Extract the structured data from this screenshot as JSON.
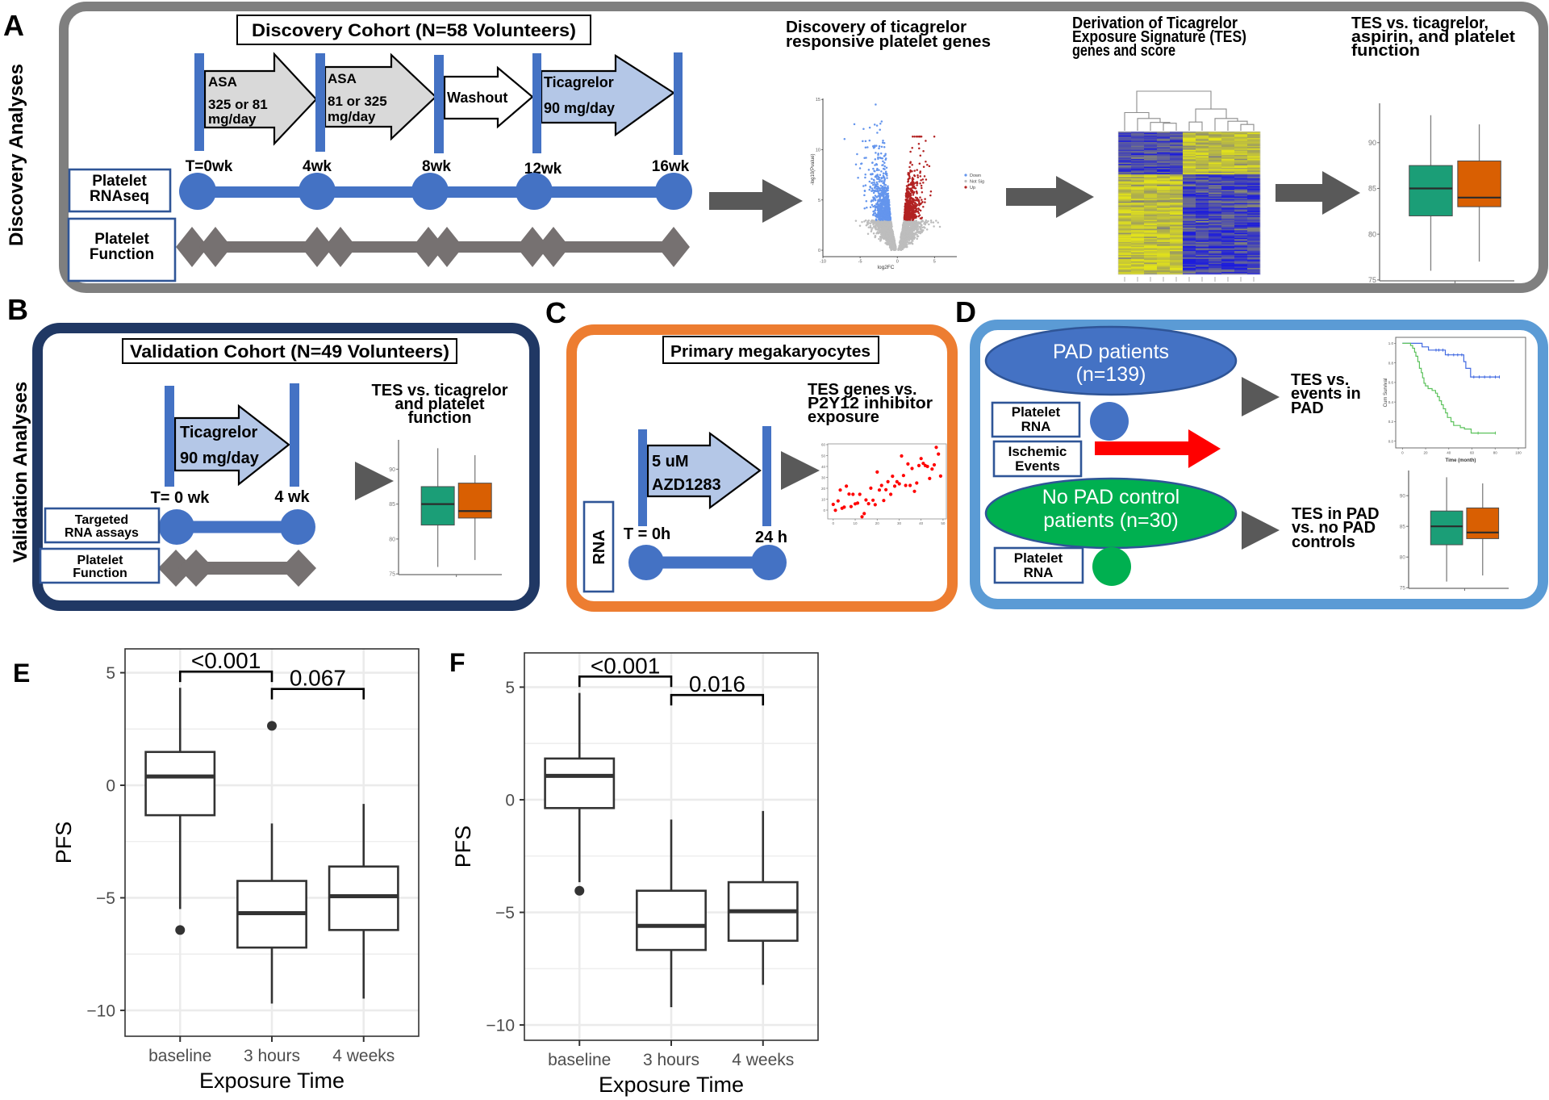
{
  "colors": {
    "panel_a_border": "#7f7f7f",
    "panel_b_border": "#203864",
    "panel_c_border": "#ed7d31",
    "panel_d_border": "#5b9bd5",
    "timeline_blue": "#4472c4",
    "function_gray": "#767171",
    "flow_arrow": "#595959",
    "label_box_border": "#2f5597",
    "aspirin_fill": "#d9d9d9",
    "washout_fill": "#ffffff",
    "p2y12_fill": "#b4c7e7",
    "pad_fill": "#4472c4",
    "control_fill": "#00b050",
    "ischemic_red": "#ff0000"
  },
  "panels": {
    "A": {
      "letter": "A",
      "side_label": "Discovery Analyses",
      "cohort_title": "Discovery Cohort (N=58 Volunteers)",
      "phases": [
        {
          "lines": [
            "ASA",
            "325 or 81",
            "mg/day"
          ]
        },
        {
          "lines": [
            "ASA",
            "81 or 325",
            "mg/day"
          ]
        },
        {
          "lines": [
            "Washout"
          ]
        },
        {
          "lines": [
            "Ticagrelor",
            "90 mg/day"
          ]
        }
      ],
      "timepoints": [
        "T=0wk",
        "4wk",
        "8wk",
        "12wk",
        "16wk"
      ],
      "rows": [
        {
          "lines": [
            "Platelet",
            "RNAseq"
          ]
        },
        {
          "lines": [
            "Platelet",
            "Function"
          ]
        }
      ],
      "steps": [
        {
          "lines": [
            "Discovery of ticagrelor",
            "responsive platelet genes"
          ]
        },
        {
          "lines": [
            "Derivation of Ticagrelor",
            "Exposure Signature (TES)",
            "genes and score"
          ]
        },
        {
          "lines": [
            "TES vs. ticagrelor,",
            "aspirin, and platelet",
            "function"
          ]
        }
      ]
    },
    "B": {
      "letter": "B",
      "side_label": "Validation Analyses",
      "cohort_title": "Validation Cohort (N=49 Volunteers)",
      "phase": {
        "lines": [
          "Ticagrelor",
          "90 mg/day"
        ]
      },
      "timepoints": [
        "T= 0 wk",
        "4 wk"
      ],
      "rows": [
        {
          "lines": [
            "Targeted",
            "RNA assays"
          ]
        },
        {
          "lines": [
            "Platelet",
            "Function"
          ]
        }
      ],
      "result": {
        "lines": [
          "TES vs. ticagrelor",
          "and platelet",
          "function"
        ]
      }
    },
    "C": {
      "letter": "C",
      "title": "Primary megakaryocytes",
      "phase": {
        "lines": [
          "5 uM",
          "AZD1283"
        ]
      },
      "timepoints": [
        "T = 0h",
        "24 h"
      ],
      "row_label": "RNA",
      "result": {
        "lines": [
          "TES genes vs.",
          "P2Y12 inhibitor",
          "exposure"
        ]
      }
    },
    "D": {
      "letter": "D",
      "groups": [
        {
          "lines": [
            "PAD patients",
            "(n=139)"
          ]
        },
        {
          "lines": [
            "No PAD control",
            "patients (n=30)"
          ]
        }
      ],
      "rows": [
        {
          "lines": [
            "Platelet",
            "RNA"
          ]
        },
        {
          "lines": [
            "Ischemic",
            "Events"
          ]
        },
        {
          "lines": [
            "Platelet",
            "RNA"
          ]
        }
      ],
      "results": [
        {
          "lines": [
            "TES vs.",
            "events in",
            "PAD"
          ]
        },
        {
          "lines": [
            "TES in PAD",
            "vs. no PAD",
            "controls"
          ]
        }
      ]
    },
    "E": {
      "letter": "E"
    },
    "F": {
      "letter": "F"
    }
  },
  "chart_data": [
    {
      "id": "E-pfs-boxplot",
      "type": "box",
      "title": "",
      "xlabel": "Exposure Time",
      "ylabel": "PFS",
      "categories": [
        "baseline",
        "3 hours",
        "4 weeks"
      ],
      "yticks": [
        5,
        0,
        -5,
        -10
      ],
      "ytick_labels": [
        "5",
        "0",
        "−5",
        "−10"
      ],
      "ylim": [
        -11.15,
        6.06
      ],
      "grid": true,
      "boxes": [
        {
          "min": -5.5,
          "q1": -1.33,
          "median": 0.39,
          "q3": 1.48,
          "max": 4.33,
          "outliers": [
            -6.43
          ]
        },
        {
          "min": -9.7,
          "q1": -7.21,
          "median": -5.68,
          "q3": -4.25,
          "max": -1.7,
          "outliers": [
            2.64
          ]
        },
        {
          "min": -9.48,
          "q1": -6.43,
          "median": -4.93,
          "q3": -3.61,
          "max": -0.83,
          "outliers": []
        }
      ],
      "comparisons": [
        {
          "from": "baseline",
          "to": "3 hours",
          "y": 5.05,
          "label": "<0.001"
        },
        {
          "from": "3 hours",
          "to": "4 weeks",
          "y": 4.28,
          "label": "0.067"
        }
      ]
    },
    {
      "id": "F-pfs-boxplot",
      "type": "box",
      "title": "",
      "xlabel": "Exposure Time",
      "ylabel": "PFS",
      "categories": [
        "baseline",
        "3 hours",
        "4 weeks"
      ],
      "yticks": [
        5,
        0,
        -5,
        -10
      ],
      "ytick_labels": [
        "5",
        "0",
        "−5",
        "−10"
      ],
      "ylim": [
        -10.68,
        6.52
      ],
      "grid": true,
      "boxes": [
        {
          "min": -3.66,
          "q1": -0.37,
          "median": 1.06,
          "q3": 1.83,
          "max": 4.74,
          "outliers": [
            -4.04
          ]
        },
        {
          "min": -9.21,
          "q1": -6.67,
          "median": -5.6,
          "q3": -4.04,
          "max": -0.88,
          "outliers": []
        },
        {
          "min": -8.22,
          "q1": -6.26,
          "median": -4.95,
          "q3": -3.66,
          "max": -0.5,
          "outliers": []
        }
      ],
      "comparisons": [
        {
          "from": "baseline",
          "to": "3 hours",
          "y": 5.47,
          "label": "<0.001"
        },
        {
          "from": "3 hours",
          "to": "4 weeks",
          "y": 4.65,
          "label": "0.016"
        }
      ]
    },
    {
      "id": "A-volcano",
      "type": "scatter",
      "title": "",
      "xlabel": "log2FC",
      "ylabel": "-log10(Pvalue)",
      "xticks": [
        -10,
        -5,
        0,
        5
      ],
      "xtick_labels": [
        "-10",
        "-5",
        "0",
        "5"
      ],
      "yticks": [
        0,
        5,
        10,
        15
      ],
      "ytick_labels": [
        "0",
        "5",
        "10",
        "15"
      ],
      "xlim": [
        -10,
        8
      ],
      "ylim": [
        -0.64,
        15.1
      ],
      "legend": [
        {
          "label": "Down",
          "color": "#6495ed"
        },
        {
          "label": "Not Sig",
          "color": "#bdbdbd"
        },
        {
          "label": "Up",
          "color": "#b22222"
        }
      ],
      "legend_position": "right",
      "thresholds": {
        "log2fc": 0.9,
        "neg_log10_p": 3
      }
    },
    {
      "id": "A-heatmap",
      "type": "heatmap",
      "column_groups": [
        5,
        6
      ],
      "row_split": 0.3,
      "colors": {
        "low": "#1c1cdc",
        "mid": "#8a8a72",
        "high": "#e2e21a"
      },
      "dendrogram": [
        [
          3,
          4,
          0.19
        ],
        [
          2,
          11,
          0.21
        ],
        [
          1,
          12,
          0.31
        ],
        [
          0,
          13,
          0.46
        ],
        [
          5,
          6,
          0.22
        ],
        [
          9,
          10,
          0.16
        ],
        [
          8,
          16,
          0.24
        ],
        [
          7,
          17,
          0.31
        ],
        [
          15,
          18,
          0.55
        ],
        [
          14,
          19,
          1.0
        ]
      ]
    },
    {
      "id": "A-tes-boxplot",
      "type": "box",
      "yticks": [
        75,
        80,
        85,
        90
      ],
      "ytick_labels": [
        "75",
        "80",
        "85",
        "90"
      ],
      "ylim": [
        74.9,
        94.3
      ],
      "groups": [
        {
          "color": "#1b9e77",
          "min": 76,
          "q1": 82,
          "median": 85,
          "q3": 87.5,
          "max": 93
        },
        {
          "color": "#d95f02",
          "min": 77,
          "q1": 83,
          "median": 84,
          "q3": 88,
          "max": 92
        }
      ]
    },
    {
      "id": "B-tes-boxplot",
      "type": "box",
      "yticks": [
        75,
        80,
        85,
        90
      ],
      "ytick_labels": [
        "75",
        "80",
        "85",
        "90"
      ],
      "ylim": [
        74.9,
        94.2
      ],
      "groups": [
        {
          "color": "#1b9e77",
          "min": 76,
          "q1": 82,
          "median": 85,
          "q3": 87.5,
          "max": 93
        },
        {
          "color": "#d95f02",
          "min": 77,
          "q1": 83,
          "median": 84,
          "q3": 88,
          "max": 92
        }
      ]
    },
    {
      "id": "C-scatter",
      "type": "scatter",
      "xticks": [
        0,
        10,
        20,
        30,
        40,
        50
      ],
      "xtick_labels": [
        "0",
        "10",
        "20",
        "30",
        "40",
        "50"
      ],
      "yticks": [
        0,
        10,
        20,
        30,
        40,
        50,
        60
      ],
      "ytick_labels": [
        "0",
        "10",
        "20",
        "30",
        "40",
        "50",
        "60"
      ],
      "xlim": [
        -2.5,
        51.5
      ],
      "ylim": [
        -8.1,
        60.7
      ],
      "color": "#ff0000",
      "x": [
        0,
        1,
        2.2,
        3.2,
        4,
        5,
        6,
        7.2,
        8.1,
        9,
        10,
        11.1,
        12.1,
        13.1,
        14.1,
        14.9,
        16.1,
        17.1,
        18.1,
        19.1,
        20,
        21,
        22,
        23,
        24,
        24.9,
        26.2,
        27,
        28,
        29,
        30.1,
        31.1,
        32,
        33,
        34,
        35,
        35.9,
        37,
        38,
        39,
        40,
        41,
        41.9,
        42.9,
        43.9,
        45,
        46,
        46.9,
        47.9,
        48.9
      ],
      "y": [
        5.2,
        -0.2,
        8.4,
        18.4,
        1.7,
        2.7,
        21.9,
        14.7,
        3.2,
        14.5,
        5.7,
        6.4,
        14.5,
        -6.1,
        -3.2,
        9.3,
        5.9,
        20.1,
        9.1,
        4.9,
        34.9,
        18.4,
        22.6,
        8.8,
        18.7,
        26,
        14.5,
        31,
        21.9,
        26,
        24.1,
        49.6,
        31.7,
        22.6,
        42.3,
        22.6,
        38.1,
        17.2,
        24.8,
        40.8,
        47.2,
        42.8,
        40.8,
        40,
        29,
        37.6,
        41.5,
        57.5,
        51.4,
        31.2
      ]
    },
    {
      "id": "D-km",
      "type": "line",
      "xlabel": "Time (month)",
      "ylabel": "Cum Survival",
      "xticks": [
        0,
        20,
        40,
        60,
        80,
        100
      ],
      "xtick_labels": [
        "0",
        "20",
        "40",
        "60",
        "80",
        "100"
      ],
      "yticks": [
        0,
        0.2,
        0.4,
        0.6,
        0.8,
        1.0
      ],
      "ytick_labels": [
        "0.0",
        "0.2",
        "0.4",
        "0.6",
        "0.8",
        "1.0"
      ],
      "xlim": [
        -5.8,
        106.3
      ],
      "ylim": [
        -0.069,
        1.061
      ],
      "series": [
        {
          "color": "#4169e1",
          "steps": [
            [
              0,
              1.0
            ],
            [
              17,
              0.964
            ],
            [
              22.5,
              0.931
            ],
            [
              37,
              0.882
            ],
            [
              53,
              0.813
            ],
            [
              54.7,
              0.744
            ],
            [
              58.8,
              0.656
            ]
          ],
          "end": 83.7,
          "censored": [
            29,
            31.4,
            34.9,
            39.5,
            44.2,
            47.7,
            51.2,
            61.6,
            66.3,
            70.9,
            75.6,
            80.2,
            83.7
          ]
        },
        {
          "color": "#5cc25c",
          "steps": [
            [
              0,
              1.0
            ],
            [
              7,
              0.978
            ],
            [
              8.8,
              0.95
            ],
            [
              10.5,
              0.909
            ],
            [
              11.6,
              0.868
            ],
            [
              13.3,
              0.813
            ],
            [
              14.7,
              0.744
            ],
            [
              16.3,
              0.7
            ],
            [
              17.4,
              0.647
            ],
            [
              18.6,
              0.592
            ],
            [
              19.8,
              0.565
            ],
            [
              22.1,
              0.537
            ],
            [
              25.6,
              0.518
            ],
            [
              28.6,
              0.49
            ],
            [
              30.2,
              0.455
            ],
            [
              31.9,
              0.413
            ],
            [
              33.7,
              0.372
            ],
            [
              35.3,
              0.331
            ],
            [
              37.2,
              0.289
            ],
            [
              38.8,
              0.242
            ],
            [
              41.9,
              0.198
            ],
            [
              44.2,
              0.16
            ],
            [
              50,
              0.138
            ],
            [
              53.5,
              0.124
            ],
            [
              59.3,
              0.083
            ]
          ],
          "end": 80.2,
          "censored": [
            65.3,
            80.2
          ]
        }
      ]
    },
    {
      "id": "D-tes-boxplot",
      "type": "box",
      "yticks": [
        75,
        80,
        85,
        90
      ],
      "ytick_labels": [
        "75",
        "80",
        "85",
        "90"
      ],
      "ylim": [
        74.9,
        94.1
      ],
      "groups": [
        {
          "color": "#1b9e77",
          "min": 76,
          "q1": 82,
          "median": 85,
          "q3": 87.5,
          "max": 93
        },
        {
          "color": "#d95f02",
          "min": 77,
          "q1": 83,
          "median": 84,
          "q3": 88,
          "max": 92
        }
      ]
    }
  ]
}
